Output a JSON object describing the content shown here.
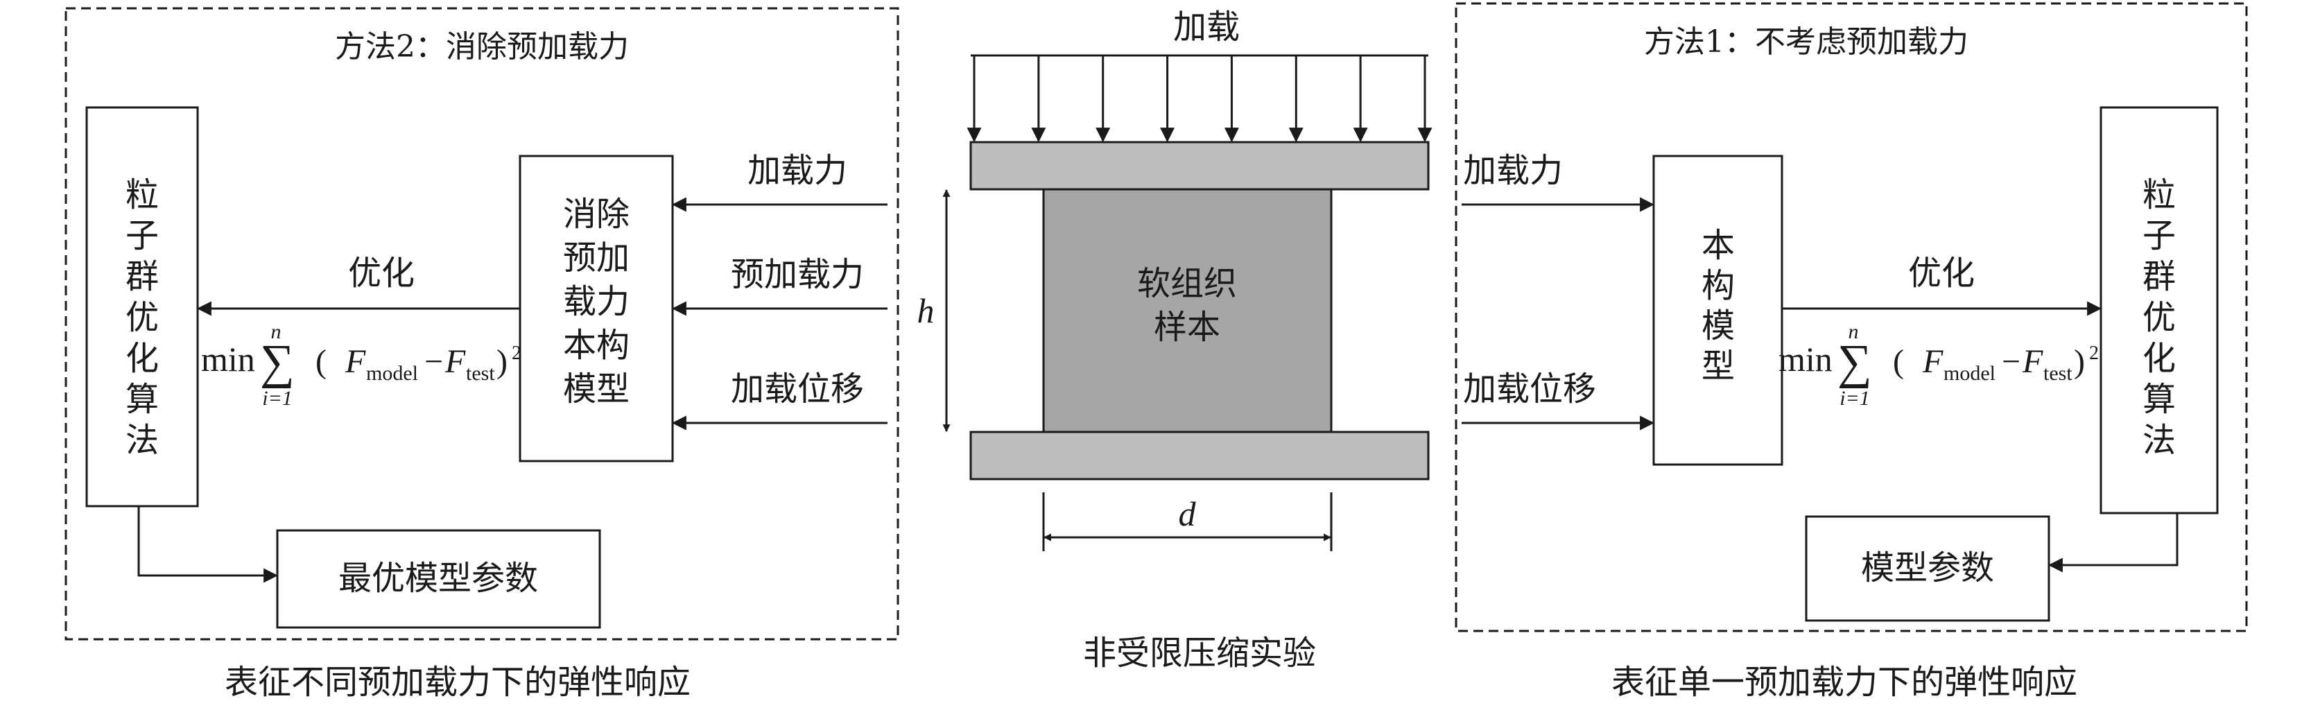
{
  "left_panel": {
    "title": "方法2：消除预加载力",
    "pso_label": [
      "粒",
      "子",
      "群",
      "优",
      "化",
      "算",
      "法"
    ],
    "model_label": [
      "消除",
      "预加",
      "载力",
      "本构",
      "模型"
    ],
    "optimize_label": "优化",
    "inputs": [
      "加载力",
      "预加载力",
      "加载位移"
    ],
    "result_label": "最优模型参数",
    "caption": "表征不同预加载力下的弹性响应"
  },
  "center": {
    "load_label": "加载",
    "sample_label": [
      "软组织",
      "样本"
    ],
    "height_symbol": "h",
    "diameter_symbol": "d",
    "caption": "非受限压缩实验"
  },
  "right_panel": {
    "title": "方法1：不考虑预加载力",
    "inputs": [
      "加载力",
      "加载位移"
    ],
    "model_label": [
      "本",
      "构",
      "模",
      "型"
    ],
    "optimize_label": "优化",
    "pso_label": [
      "粒",
      "子",
      "群",
      "优",
      "化",
      "算",
      "法"
    ],
    "result_label": "模型参数",
    "caption": "表征单一预加载力下的弹性响应"
  },
  "formula": {
    "op": "min",
    "sum_upper": "n",
    "sum_lower": "i=1",
    "F": "F",
    "sub_model": "model",
    "minus": "−",
    "sub_test": "test",
    "power": "2"
  },
  "colors": {
    "line": "#1a1a1a",
    "plate_fill": "#bdbdbd",
    "sample_fill": "#a6a6a6",
    "background": "#ffffff"
  }
}
